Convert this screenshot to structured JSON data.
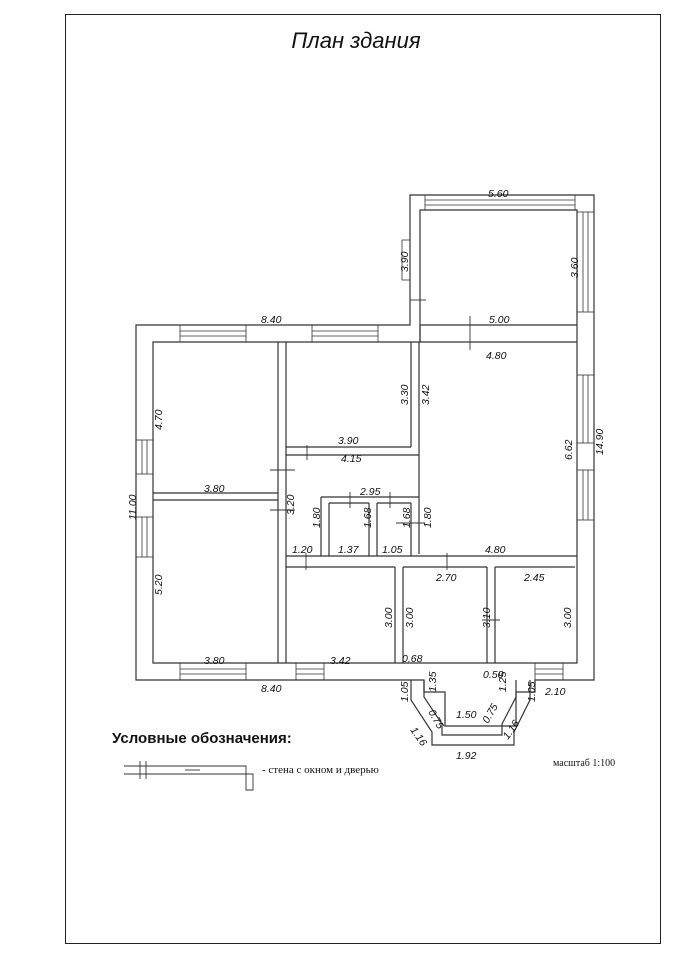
{
  "title": "План здания",
  "legend": {
    "heading": "Условные обозначения:",
    "wall_text": "- стена с окном и дверью"
  },
  "scale_text": "масштаб 1:100",
  "dimensions": {
    "d_560": "5.60",
    "d_390": "3.90",
    "d_360": "3.60",
    "d_840_top": "8.40",
    "d_500": "5.00",
    "d_480_top": "4.80",
    "d_470": "4.70",
    "d_330": "3.30",
    "d_342_mid": "3.42",
    "d_390_mid": "3.90",
    "d_415": "4.15",
    "d_662": "6.62",
    "d_1490": "14.90",
    "d_1100": "11.00",
    "d_380_top": "3.80",
    "d_320": "3.20",
    "d_295": "2.95",
    "d_180_left": "1.80",
    "d_168_a": "1.68",
    "d_168_b": "1.68",
    "d_180_right": "1.80",
    "d_120": "1.20",
    "d_137": "1.37",
    "d_105_mid": "1.05",
    "d_480_bot": "4.80",
    "d_270": "2.70",
    "d_245": "2.45",
    "d_520": "5.20",
    "d_300_a": "3.00",
    "d_300_b": "3.00",
    "d_310": "3.10",
    "d_300_c": "3.00",
    "d_380_bot": "3.80",
    "d_342_bot": "3.42",
    "d_068": "0.68",
    "d_050": "0.50",
    "d_840_bot": "8.40",
    "d_135": "1.35",
    "d_125": "1.25",
    "d_210": "2.10",
    "d_105_l": "1.05",
    "d_105_r": "1.05",
    "d_075_l": "0.75",
    "d_150": "1.50",
    "d_075_r": "0.75",
    "d_116_l": "1.16",
    "d_116_r": "1.16",
    "d_192": "1.92"
  }
}
